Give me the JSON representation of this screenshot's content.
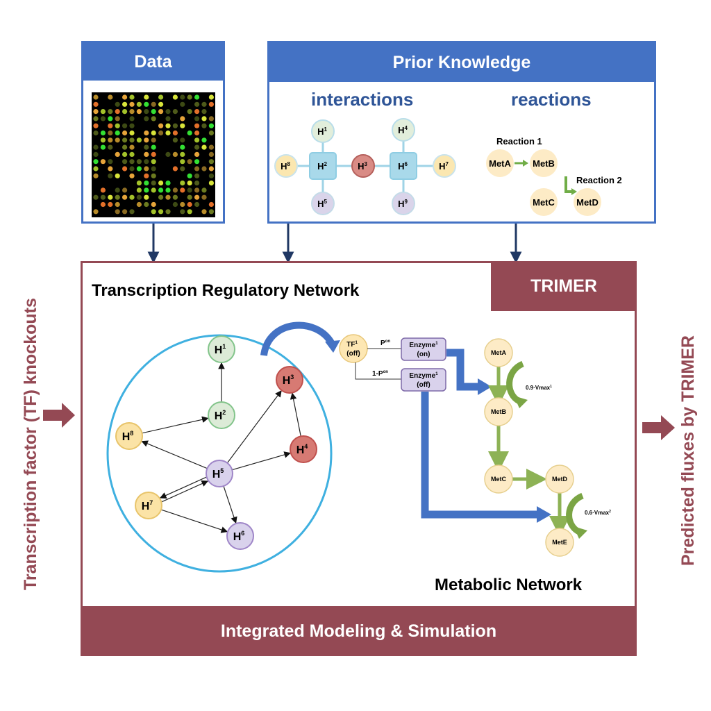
{
  "colors": {
    "blue_header": "#4472c4",
    "blue_text": "#2f5597",
    "maroon": "#944954",
    "arrow_navy": "#203864",
    "green_reaction": "#8db255",
    "node_green": "#dcebd7",
    "node_red": "#d77a73",
    "node_yellow": "#fbe3a6",
    "node_purple": "#d9d2ec",
    "metabolite": "#fdebc6"
  },
  "data_panel": {
    "title": "Data",
    "image": "microarray-heatmap"
  },
  "prior_knowledge": {
    "title": "Prior Knowledge",
    "interactions_label": "interactions",
    "reactions_label": "reactions",
    "interaction_nodes": [
      {
        "id": "H1",
        "base": "H",
        "sup": "1",
        "shape": "circle",
        "color": "green"
      },
      {
        "id": "H2",
        "base": "H",
        "sup": "2",
        "shape": "square",
        "color": "blue"
      },
      {
        "id": "H3",
        "base": "H",
        "sup": "3",
        "shape": "circle",
        "color": "red"
      },
      {
        "id": "H4",
        "base": "H",
        "sup": "4",
        "shape": "circle",
        "color": "green"
      },
      {
        "id": "H5",
        "base": "H",
        "sup": "5",
        "shape": "circle",
        "color": "purple"
      },
      {
        "id": "H6",
        "base": "H",
        "sup": "6",
        "shape": "square",
        "color": "blue"
      },
      {
        "id": "H7",
        "base": "H",
        "sup": "7",
        "shape": "circle",
        "color": "yellow"
      },
      {
        "id": "H8",
        "base": "H",
        "sup": "8",
        "shape": "circle",
        "color": "yellow"
      },
      {
        "id": "H9",
        "base": "H",
        "sup": "9",
        "shape": "circle",
        "color": "purple"
      }
    ],
    "reaction_1": "Reaction 1",
    "reaction_2": "Reaction 2",
    "metabolites": [
      "MetA",
      "MetB",
      "MetC",
      "MetD"
    ]
  },
  "left_label": "Transcription factor (TF) knockouts",
  "right_label": "Predicted fluxes by TRIMER",
  "main": {
    "trn_title": "Transcription Regulatory Network",
    "trimer_badge": "TRIMER",
    "metabolic_title": "Metabolic Network",
    "footer": "Integrated Modeling & Simulation",
    "trn_nodes": [
      {
        "id": "H1",
        "base": "H",
        "sup": "1",
        "color": "green"
      },
      {
        "id": "H2",
        "base": "H",
        "sup": "2",
        "color": "green"
      },
      {
        "id": "H3",
        "base": "H",
        "sup": "3",
        "color": "red"
      },
      {
        "id": "H4",
        "base": "H",
        "sup": "4",
        "color": "red"
      },
      {
        "id": "H5",
        "base": "H",
        "sup": "5",
        "color": "purple"
      },
      {
        "id": "H6",
        "base": "H",
        "sup": "6",
        "color": "purple"
      },
      {
        "id": "H7",
        "base": "H",
        "sup": "7",
        "color": "yellow"
      },
      {
        "id": "H8",
        "base": "H",
        "sup": "8",
        "color": "yellow"
      }
    ],
    "trn_edges": [
      [
        "H2",
        "H1"
      ],
      [
        "H8",
        "H2"
      ],
      [
        "H5",
        "H8"
      ],
      [
        "H5",
        "H3"
      ],
      [
        "H4",
        "H3"
      ],
      [
        "H5",
        "H4"
      ],
      [
        "H7",
        "H5"
      ],
      [
        "H5",
        "H7"
      ],
      [
        "H5",
        "H6"
      ],
      [
        "H7",
        "H6"
      ]
    ],
    "tf": {
      "line1": "TF",
      "sup": "1",
      "line2": "(off)"
    },
    "p_on": {
      "base": "P",
      "sup": "on"
    },
    "p_off": {
      "base": "1-P",
      "sup": "on"
    },
    "enzyme_on": {
      "line1": "Enzyme",
      "sup": "1",
      "line2": "(on)"
    },
    "enzyme_off": {
      "line1": "Enzyme",
      "sup": "1",
      "line2": "(off)"
    },
    "metabolites": [
      "MetA",
      "MetB",
      "MetC",
      "MetD",
      "MetE"
    ],
    "vmax1": {
      "base": "0.9·Vmax",
      "sup": "1"
    },
    "vmax2": {
      "base": "0.6·Vmax",
      "sup": "2"
    }
  }
}
